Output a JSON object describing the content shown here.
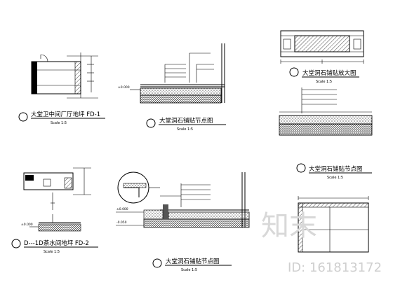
{
  "drawings": {
    "d1": {
      "title": "大堂卫中间厂厅地坪 FD-1",
      "scale": "Scale 1:5",
      "marker": "",
      "note": ""
    },
    "d2": {
      "title": "大堂洞石铺贴节点图",
      "scale": "Scale 1:5",
      "marker": "",
      "level": "±0.000",
      "callouts": [
        "",
        "",
        "",
        "",
        ""
      ]
    },
    "d3": {
      "title": "大堂洞石铺贴放大图",
      "scale": "Scale 1:5",
      "marker": ""
    },
    "d4": {
      "title": "大堂洞石铺贴节点图",
      "scale": "Scale 1:5",
      "marker": "",
      "callouts": [
        "",
        "",
        "",
        ""
      ]
    },
    "d5": {
      "title": "D---1D茶水间地坪 FD-2",
      "scale": "Scale 1:5",
      "marker": ""
    },
    "d6": {
      "title": "大堂洞石铺贴节点图",
      "scale": "Scale 1:5",
      "marker": "",
      "level": "±0.000",
      "level2": "-0.050",
      "callouts": [
        "",
        "",
        "",
        "",
        "",
        ""
      ]
    }
  },
  "watermark": {
    "brand": "知末",
    "id": "ID: 161813172"
  },
  "colors": {
    "ink": "#000000",
    "watermark": "#d0d0d0",
    "fill": "#555555"
  }
}
